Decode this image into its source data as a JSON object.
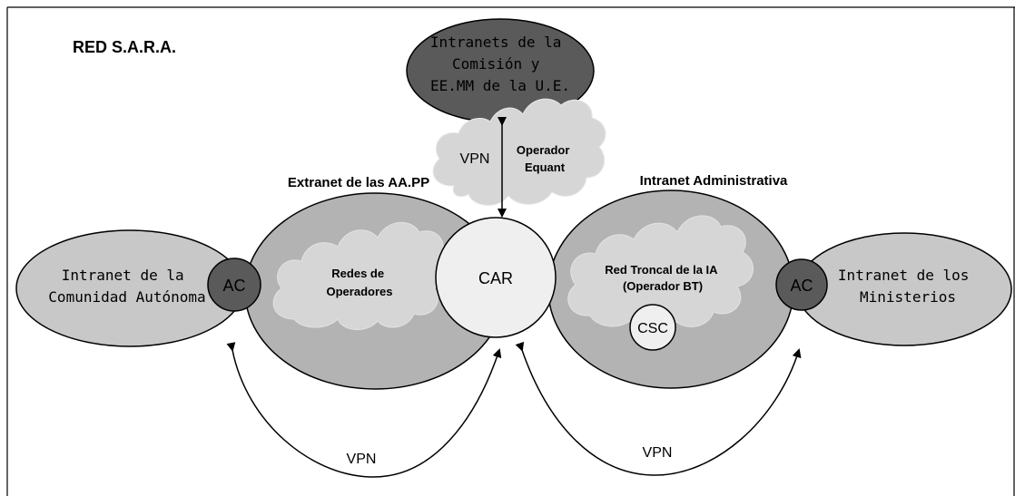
{
  "title": "RED S.A.R.A.",
  "nodes": {
    "eu_intranets": {
      "lines": [
        "Intranets de la",
        "Comisión y",
        "EE.MM de la U.E."
      ]
    },
    "extranet": {
      "label": "Extranet de las AA.PP"
    },
    "intranet_admin": {
      "label": "Intranet Administrativa"
    },
    "comunidad": {
      "lines": [
        "Intranet de la",
        "Comunidad Autónoma"
      ]
    },
    "ministerios": {
      "lines": [
        "Intranet de los",
        "Ministerios"
      ]
    },
    "car": {
      "label": "CAR"
    },
    "csc": {
      "label": "CSC"
    },
    "ac_left": {
      "label": "AC"
    },
    "ac_right": {
      "label": "AC"
    },
    "cloud_equant": {
      "lines": [
        "Operador",
        "Equant"
      ]
    },
    "cloud_operadores": {
      "lines": [
        "Redes de",
        "Operadores"
      ]
    },
    "cloud_troncal": {
      "lines": [
        "Red Troncal de la IA",
        "(Operador BT)"
      ]
    }
  },
  "edges": {
    "vpn_top": "VPN",
    "vpn_left": "VPN",
    "vpn_right": "VPN"
  },
  "colors": {
    "dark": "#5a5a5a",
    "mid": "#b3b3b3",
    "light_oval": "#c8c8c8",
    "cloud": "#d6d6d6",
    "car": "#efefef",
    "stroke": "#000000"
  }
}
